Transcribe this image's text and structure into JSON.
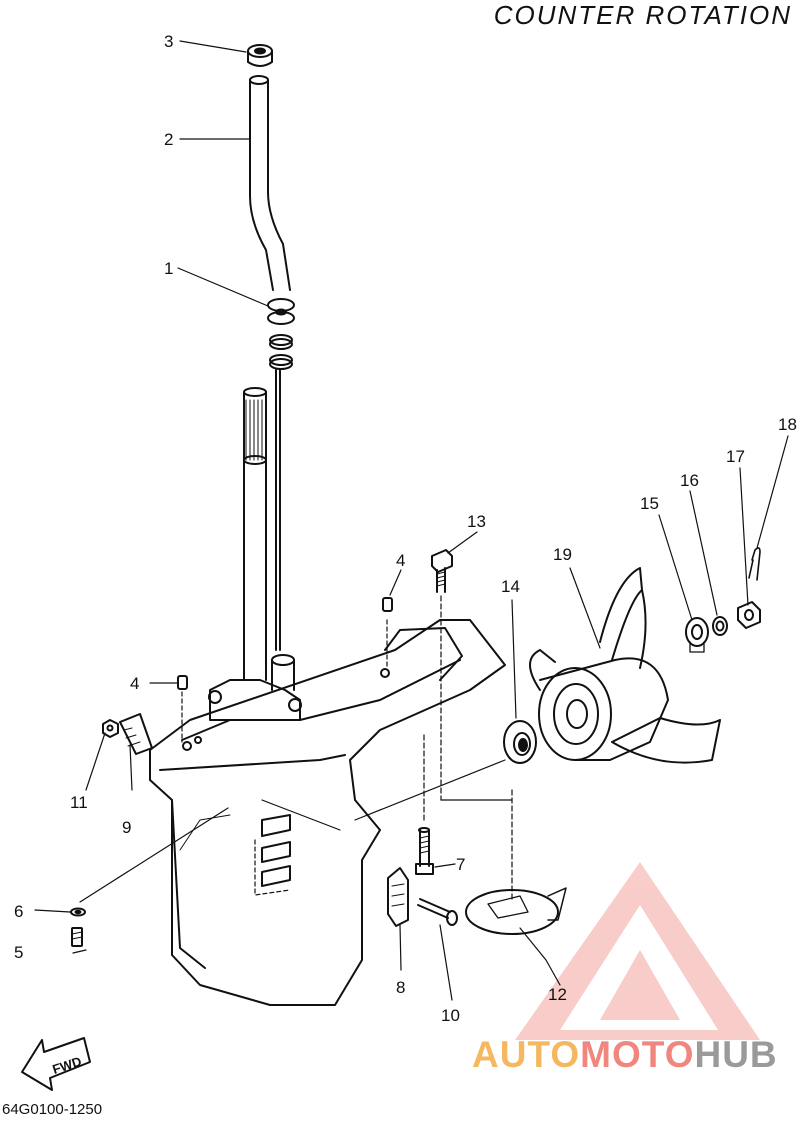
{
  "heading": "COUNTER ROTATION",
  "drawing_id": "64G0100-1250",
  "fwd_label": "FWD",
  "watermark": {
    "part1": "AUTO",
    "part2": "MOTO",
    "part3": "HUB",
    "color_orange": "#f5b860",
    "color_red": "#f0867e",
    "color_grey": "#9a9a9a"
  },
  "callouts": [
    "1",
    "2",
    "3",
    "4",
    "4",
    "5",
    "6",
    "7",
    "8",
    "9",
    "10",
    "11",
    "12",
    "13",
    "14",
    "15",
    "16",
    "17",
    "18",
    "19"
  ]
}
